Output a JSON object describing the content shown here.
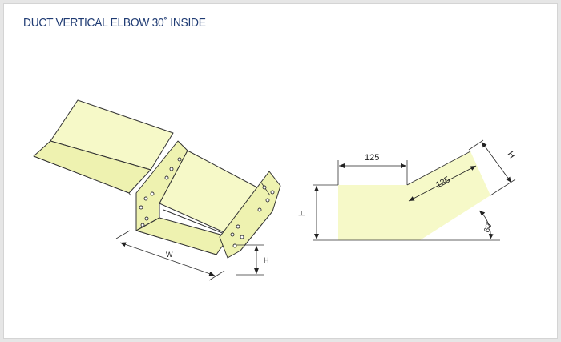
{
  "title": "DUCT VERTICAL ELBOW 30˚ INSIDE",
  "iso": {
    "width_label": "W",
    "height_label": "H"
  },
  "profile": {
    "top_length": "125",
    "slope_length": "125",
    "height_label": "H",
    "slope_height_label": "H",
    "angle": "60˚"
  },
  "colors": {
    "fill": "#f6f9c8",
    "title": "#1f3b73",
    "line": "#333333"
  }
}
